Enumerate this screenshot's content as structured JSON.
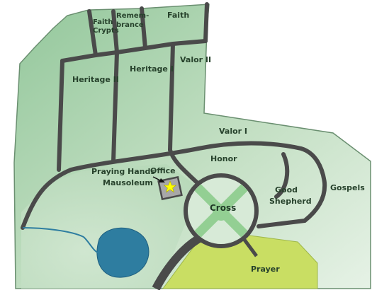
{
  "map": {
    "sections": {
      "faith_crypts_1": "Faith",
      "faith_crypts_2": "Crypts",
      "remembrance_1": "Remem-",
      "remembrance_2": "brance",
      "faith": "Faith",
      "valor_ii": "Valor II",
      "heritage_ii": "Heritage II",
      "heritage_i": "Heritage I",
      "valor_i": "Valor I",
      "honor": "Honor",
      "praying_hands_1": "Praying Hands",
      "praying_hands_2": "Mausoleum",
      "office": "Office",
      "good_shepherd_1": "Good",
      "good_shepherd_2": "Shepherd",
      "gospels": "Gospels",
      "cross": "Cross",
      "prayer": "Prayer"
    },
    "icons": {
      "office_marker": "star-icon",
      "office_pointer": "arrow-icon"
    },
    "colors": {
      "grass_light": "#e4f1e4",
      "grass_dark": "#93c79b",
      "road": "#4a4a4a",
      "cross_green": "#93cf93",
      "pond": "#2e7da0",
      "prayer_yellow": "#c9de63",
      "office_star": "#ffff00"
    }
  }
}
